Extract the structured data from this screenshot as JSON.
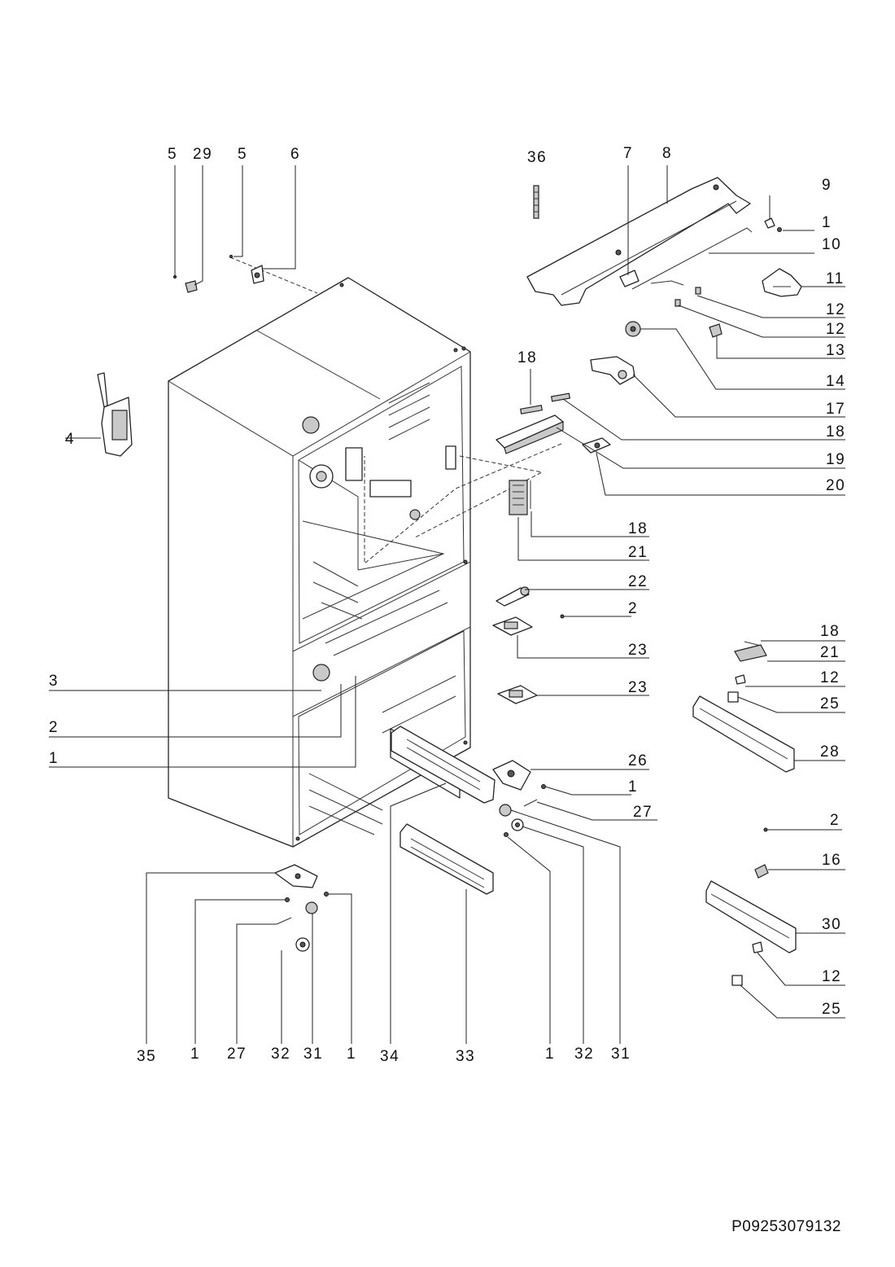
{
  "document_code": "P09253079132",
  "callouts": [
    "5",
    "29",
    "5",
    "6",
    "36",
    "7",
    "8",
    "9",
    "1",
    "10",
    "11",
    "12",
    "12",
    "13",
    "14",
    "17",
    "18",
    "18",
    "19",
    "20",
    "4",
    "18",
    "21",
    "22",
    "2",
    "23",
    "23",
    "3",
    "2",
    "1",
    "18",
    "21",
    "12",
    "25",
    "28",
    "26",
    "1",
    "27",
    "2",
    "16",
    "30",
    "12",
    "25",
    "35",
    "1",
    "27",
    "32",
    "31",
    "1",
    "34",
    "33",
    "1",
    "32",
    "31"
  ]
}
